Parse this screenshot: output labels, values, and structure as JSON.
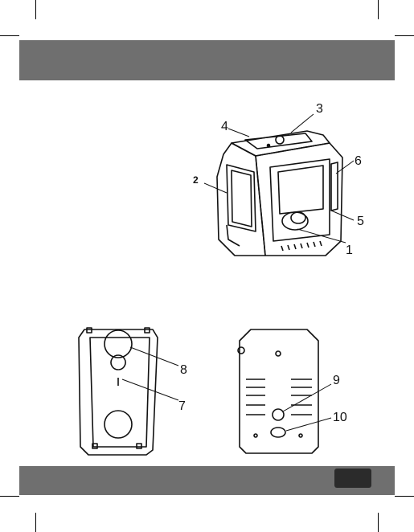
{
  "figure_top": {
    "callouts": [
      {
        "label": "1"
      },
      {
        "label": "2"
      },
      {
        "label": "3"
      },
      {
        "label": "4"
      },
      {
        "label": "5"
      },
      {
        "label": "6"
      }
    ]
  },
  "figure_bottom": {
    "back_view_callouts": [
      {
        "label": "8"
      },
      {
        "label": "7"
      }
    ],
    "bottom_view_callouts": [
      {
        "label": "9"
      },
      {
        "label": "10"
      }
    ]
  }
}
